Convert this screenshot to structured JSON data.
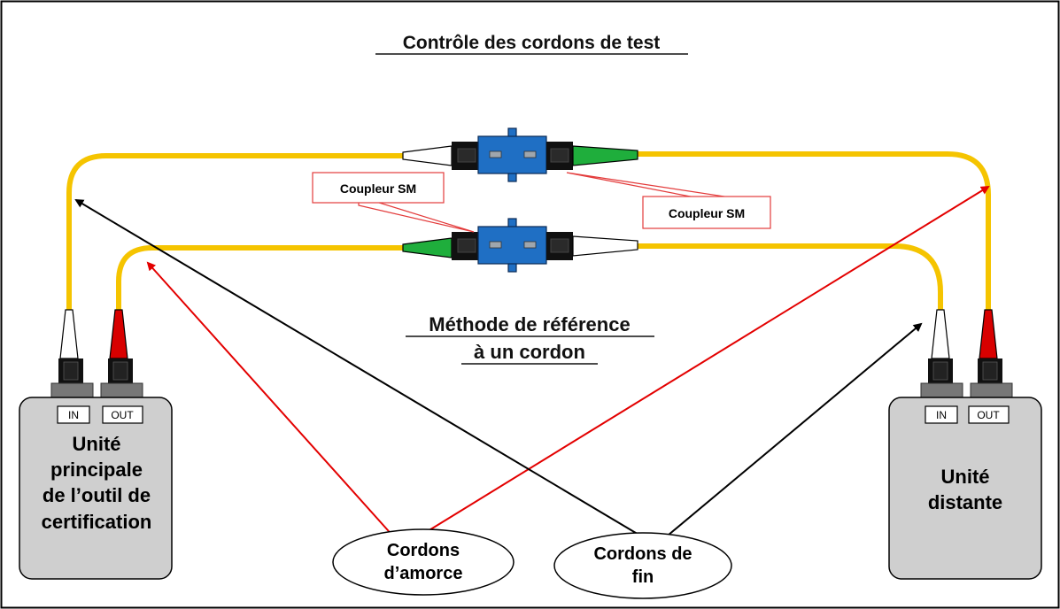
{
  "title": "Contrôle des cordons de test",
  "method": {
    "line1": "Méthode de référence",
    "line2": "à un cordon"
  },
  "coupler_label_left": "Coupleur SM",
  "coupler_label_right": "Coupleur SM",
  "main_unit": {
    "port_in": "IN",
    "port_out": "OUT",
    "lines": [
      "Unité",
      "principale",
      "de l’outil de",
      "certification"
    ]
  },
  "remote_unit": {
    "port_in": "IN",
    "port_out": "OUT",
    "lines": [
      "Unité",
      "distante"
    ]
  },
  "launch_cords": {
    "line1": "Cordons",
    "line2": "d’amorce"
  },
  "tail_cords": {
    "line1": "Cordons de",
    "line2": "fin"
  },
  "colors": {
    "fiber": "#F5C400",
    "coupler": "#1F6FC4",
    "unit_fill": "#CFCFCF",
    "arrow_red": "#E30000",
    "arrow_black": "#000000",
    "boot_red": "#D80000",
    "boot_green": "#1FAE3C",
    "callout_border": "#E33B3B"
  }
}
